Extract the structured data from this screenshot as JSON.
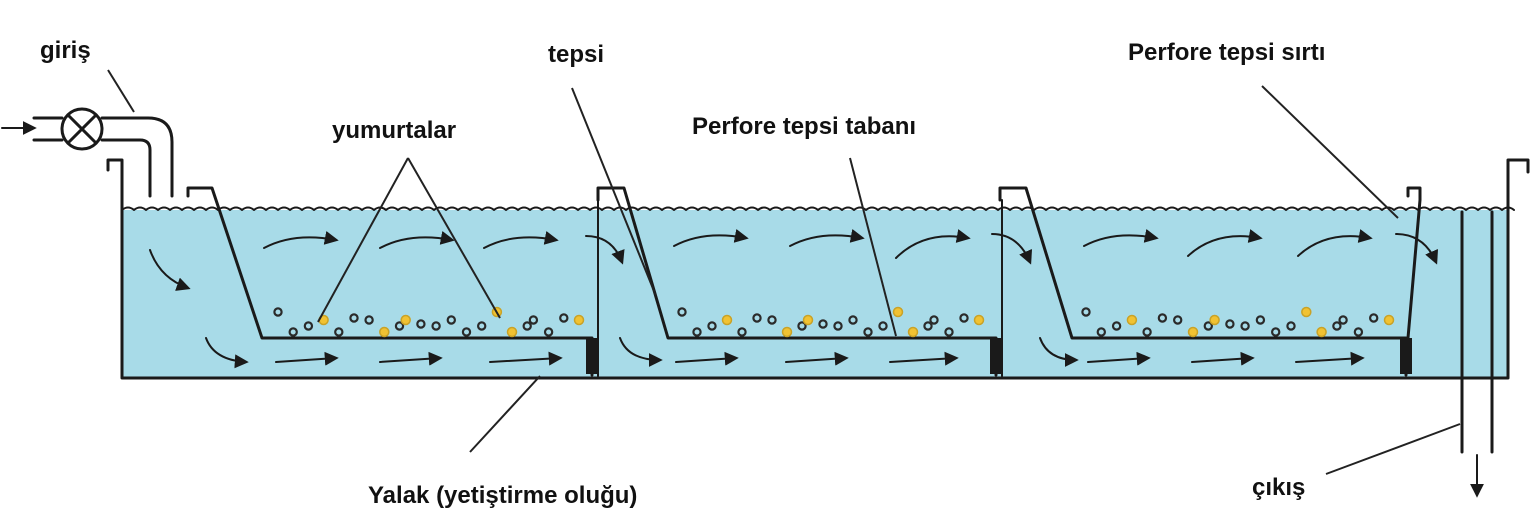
{
  "labels": {
    "giris": "giriş",
    "tepsi": "tepsi",
    "perfore_tepsi_sirti": "Perfore tepsi sırtı",
    "yumurtalar": "yumurtalar",
    "perfore_tepsi_tabani": "Perfore tepsi tabanı",
    "yalak": "Yalak (yetiştirme oluğu)",
    "cikis": "çıkış"
  },
  "colors": {
    "water": "#a8dbe8",
    "outline": "#1a1a1a",
    "egg_yellow": "#f1c232"
  }
}
